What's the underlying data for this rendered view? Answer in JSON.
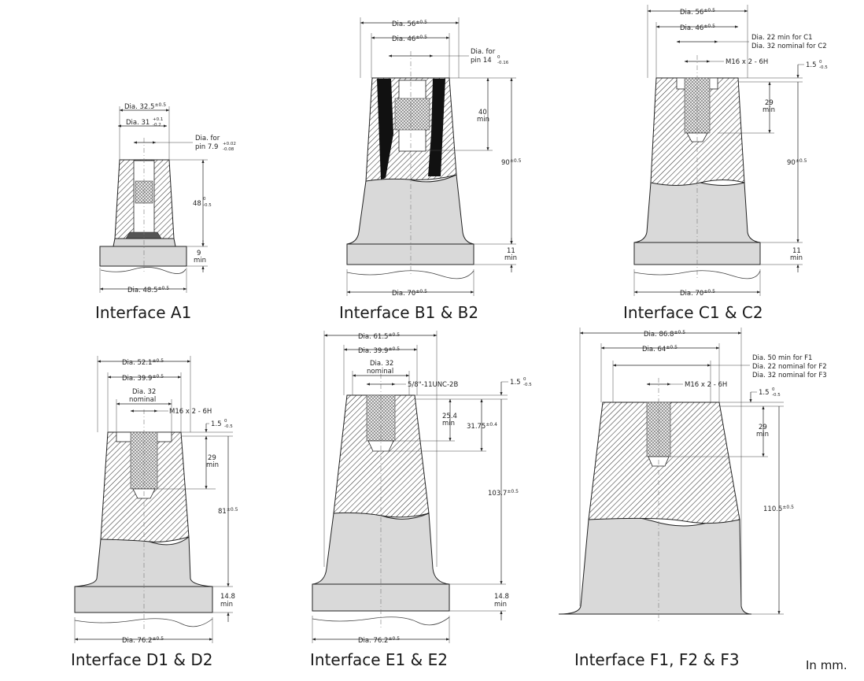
{
  "units_note": "In mm.",
  "colors": {
    "body_fill": "#d9d9d9",
    "outline": "#222222",
    "hatch": "#333333",
    "black_insert": "#111111"
  },
  "interfaces": {
    "a1": {
      "title": "Interface A1",
      "labels": {
        "d1": "Dia. 32.5",
        "d1_tol": "±0.5",
        "d2": "Dia. 31",
        "d2_tol_up": "+0.1",
        "d2_tol_dn": "-0.2",
        "pin1": "Dia. for",
        "pin2": "pin 7.9",
        "pin_tol_up": "+0.02",
        "pin_tol_dn": "-0.08",
        "h1": "48",
        "h1_tol_up": "0",
        "h1_tol_dn": "-0.5",
        "m1": "9",
        "m2": "min",
        "base": "Dia. 48.5",
        "base_tol": "±0.5"
      }
    },
    "b1": {
      "title": "Interface B1 & B2",
      "labels": {
        "d1": "Dia. 56",
        "d1_tol": "±0.5",
        "d2": "Dia. 46",
        "d2_tol": "±0.5",
        "pin1": "Dia. for",
        "pin2": "pin 14",
        "pin_tol_up": "0",
        "pin_tol_dn": "-0.16",
        "depth1": "40",
        "depth2": "min",
        "h1": "90",
        "h1_tol": "±0.5",
        "m1": "11",
        "m2": "min",
        "base": "Dia. 70",
        "base_tol": "±0.5"
      }
    },
    "c1": {
      "title": "Interface C1 & C2",
      "labels": {
        "d1": "Dia. 56",
        "d1_tol": "±0.5",
        "d2": "Dia. 46",
        "d2_tol": "±0.5",
        "note1": "Dia. 22 min for C1",
        "note2": "Dia. 32 nominal for C2",
        "thread": "M16 x 2 - 6H",
        "t1": "1.5",
        "t_tol_up": "0",
        "t_tol_dn": "-0.5",
        "depth1": "29",
        "depth2": "min",
        "h1": "90",
        "h1_tol": "±0.5",
        "m1": "11",
        "m2": "min",
        "base": "Dia. 70",
        "base_tol": "±0.5"
      }
    },
    "d1": {
      "title": "Interface D1 & D2",
      "labels": {
        "d1": "Dia. 52.1",
        "d1_tol": "±0.5",
        "d2": "Dia. 39.9",
        "d2_tol": "±0.5",
        "n1": "Dia. 32",
        "n2": "nominal",
        "thread": "M16 x 2 - 6H",
        "t1": "1.5",
        "t_tol_up": "0",
        "t_tol_dn": "-0.5",
        "depth1": "29",
        "depth2": "min",
        "h1": "81",
        "h1_tol": "±0.5",
        "m1": "14.8",
        "m2": "min",
        "base": "Dia. 76.2",
        "base_tol": "±0.5"
      }
    },
    "e1": {
      "title": "Interface E1 & E2",
      "labels": {
        "d1": "Dia. 61.5",
        "d1_tol": "±0.5",
        "d2": "Dia. 39.9",
        "d2_tol": "±0.5",
        "n1": "Dia. 32",
        "n2": "nominal",
        "thread": "5/8\"-11UNC-2B",
        "t1": "1.5",
        "t_tol_up": "0",
        "t_tol_dn": "-0.5",
        "depth1": "25.4",
        "depth2": "min",
        "h2": "31.75",
        "h2_tol": "±0.4",
        "h1": "103.7",
        "h1_tol": "±0.5",
        "m1": "14.8",
        "m2": "min",
        "base": "Dia. 76.2",
        "base_tol": "±0.5"
      }
    },
    "f1": {
      "title": "Interface F1, F2 & F3",
      "labels": {
        "d1": "Dia. 86.8",
        "d1_tol": "±0.5",
        "d2": "Dia. 64",
        "d2_tol": "±0.5",
        "note1": "Dia. 50 min for F1",
        "note2": "Dia. 22 nominal for F2",
        "note3": "Dia. 32 nominal for F3",
        "thread": "M16 x 2 - 6H",
        "t1": "1.5",
        "t_tol_up": "0",
        "t_tol_dn": "-0.5",
        "depth1": "29",
        "depth2": "min",
        "h1": "110.5",
        "h1_tol": "±0.5"
      }
    }
  }
}
